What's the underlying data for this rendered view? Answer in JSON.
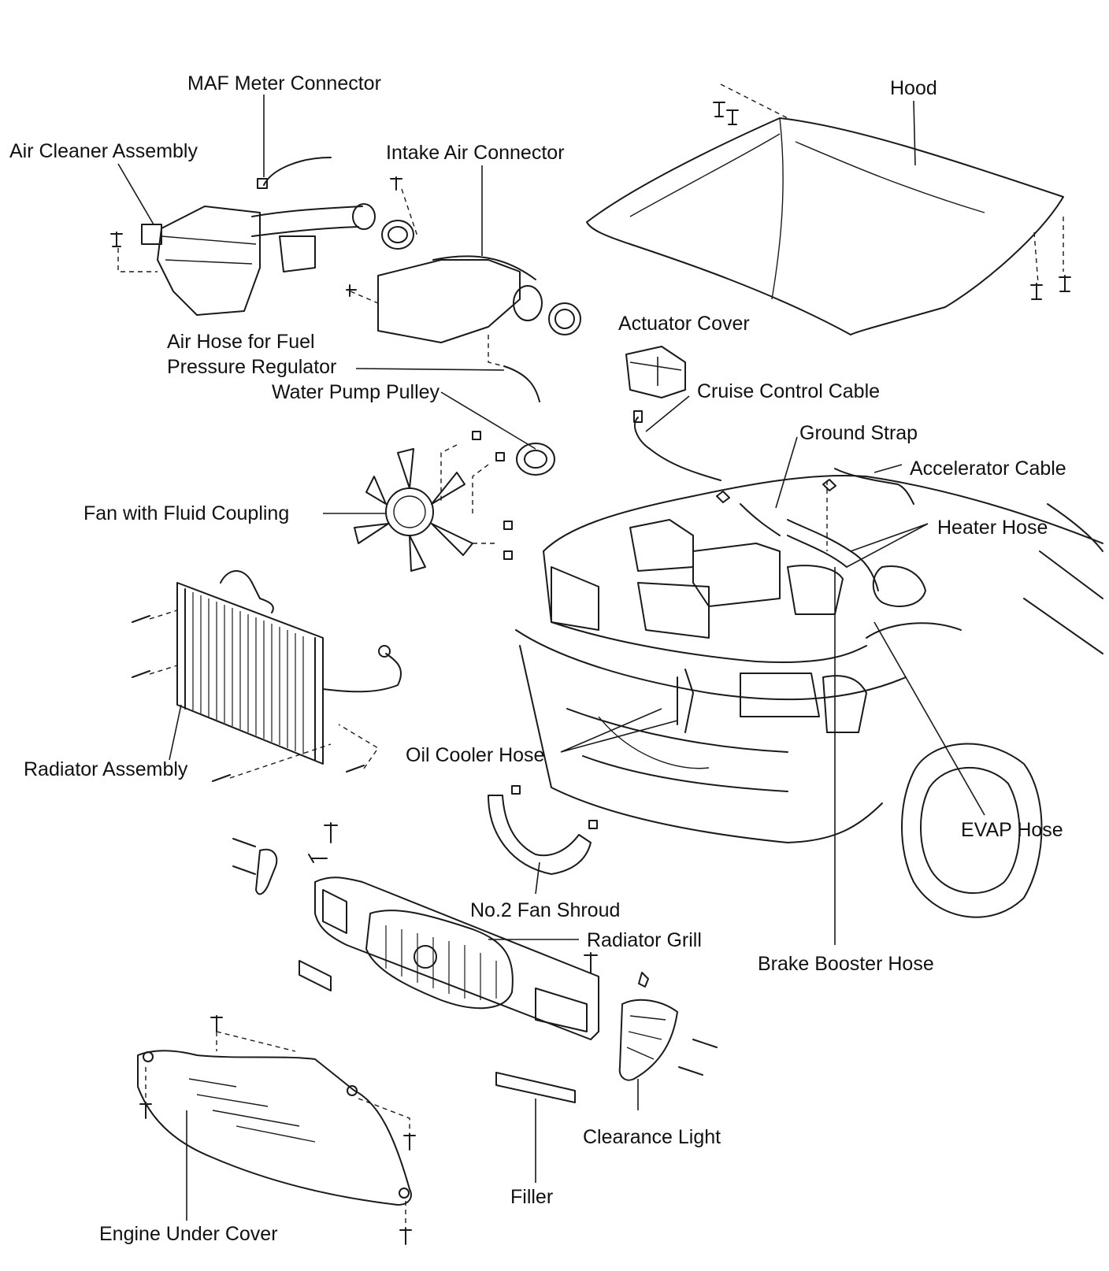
{
  "labels": {
    "maf_meter_connector": "MAF Meter Connector",
    "air_cleaner_assembly": "Air Cleaner Assembly",
    "intake_air_connector": "Intake Air Connector",
    "hood": "Hood",
    "air_hose_line1": "Air Hose for Fuel",
    "air_hose_line2": "Pressure Regulator",
    "water_pump_pulley": "Water Pump Pulley",
    "actuator_cover": "Actuator Cover",
    "cruise_control_cable": "Cruise Control Cable",
    "ground_strap": "Ground Strap",
    "accelerator_cable": "Accelerator Cable",
    "heater_hose": "Heater Hose",
    "fan_with_fluid_coupling": "Fan with Fluid Coupling",
    "radiator_assembly": "Radiator Assembly",
    "oil_cooler_hose": "Oil Cooler Hose",
    "evap_hose": "EVAP Hose",
    "no2_fan_shroud": "No.2 Fan Shroud",
    "radiator_grill": "Radiator Grill",
    "brake_booster_hose": "Brake Booster Hose",
    "clearance_light": "Clearance Light",
    "filler": "Filler",
    "engine_under_cover": "Engine Under Cover"
  },
  "colors": {
    "line": "#1a1a1a",
    "background": "#ffffff"
  }
}
